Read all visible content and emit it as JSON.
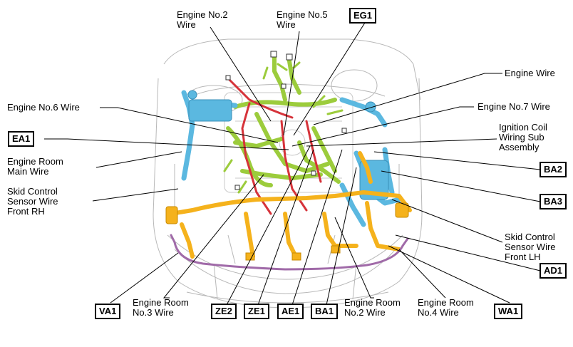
{
  "labels": {
    "engine_no2": "Engine No.2\nWire",
    "engine_no5": "Engine No.5\nWire",
    "engine_wire": "Engine Wire",
    "engine_no7": "Engine No.7 Wire",
    "engine_no6": "Engine No.6 Wire",
    "ignition_coil": "Ignition Coil\nWiring Sub\nAssembly",
    "engine_room_main": "Engine Room\nMain Wire",
    "skid_rh": "Skid Control\nSensor Wire\nFront RH",
    "skid_lh": "Skid Control\nSensor Wire\nFront LH",
    "engine_room_no3": "Engine Room\nNo.3 Wire",
    "engine_room_no2": "Engine Room\nNo.2 Wire",
    "engine_room_no4": "Engine Room\nNo.4 Wire"
  },
  "connectors": {
    "eg1": "EG1",
    "ea1": "EA1",
    "ba2": "BA2",
    "ba3": "BA3",
    "ad1": "AD1",
    "va1": "VA1",
    "ze2": "ZE2",
    "ze1": "ZE1",
    "ae1": "AE1",
    "ba1": "BA1",
    "wa1": "WA1"
  },
  "colors": {
    "blue_harness": "#5bb8e0",
    "green_harness": "#9ccc3c",
    "orange_harness": "#f5b21c",
    "red_harness": "#d6333a",
    "purple_harness": "#a06aa8",
    "body_outline": "#b8b8b8"
  }
}
